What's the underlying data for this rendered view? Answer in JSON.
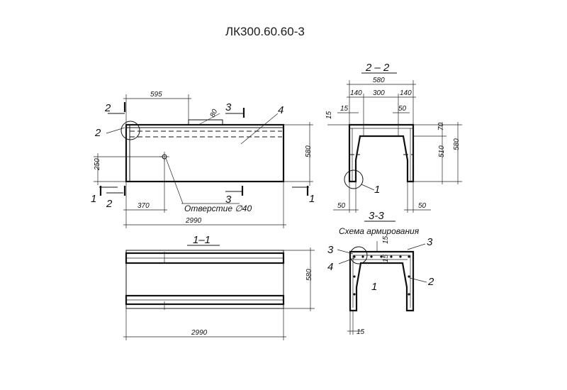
{
  "title": "ЛК300.60.60-3",
  "front": {
    "d595": "595",
    "d80": "80",
    "d580": "580",
    "d250": "250",
    "d370": "370",
    "d2990": "2990",
    "hole_label": "Отверстие ∅40",
    "cut2_top": "2",
    "cut2_bottom": "2",
    "cut3_top": "3",
    "cut3_bottom": "3",
    "cut1_left": "1",
    "cut1_right": "1",
    "pos2": "2",
    "pos4": "4"
  },
  "section22": {
    "title": "2 – 2",
    "d580": "580",
    "d140a": "140",
    "d300": "300",
    "d140b": "140",
    "d15a": "15",
    "d15b": "15",
    "d50top": "50",
    "d70": "70",
    "d510": "510",
    "d580v": "580",
    "d50l": "50",
    "d50r": "50",
    "pos1": "1"
  },
  "section11": {
    "title": "1–1",
    "d580": "580",
    "d2990": "2990"
  },
  "section33": {
    "title": "3-3",
    "subtitle": "Схема армирования",
    "pos3a": "3",
    "pos3b": "3",
    "pos4": "4",
    "pos1": "1",
    "pos2": "2",
    "d15a": "15",
    "d15b": "15",
    "d15c": "15"
  }
}
